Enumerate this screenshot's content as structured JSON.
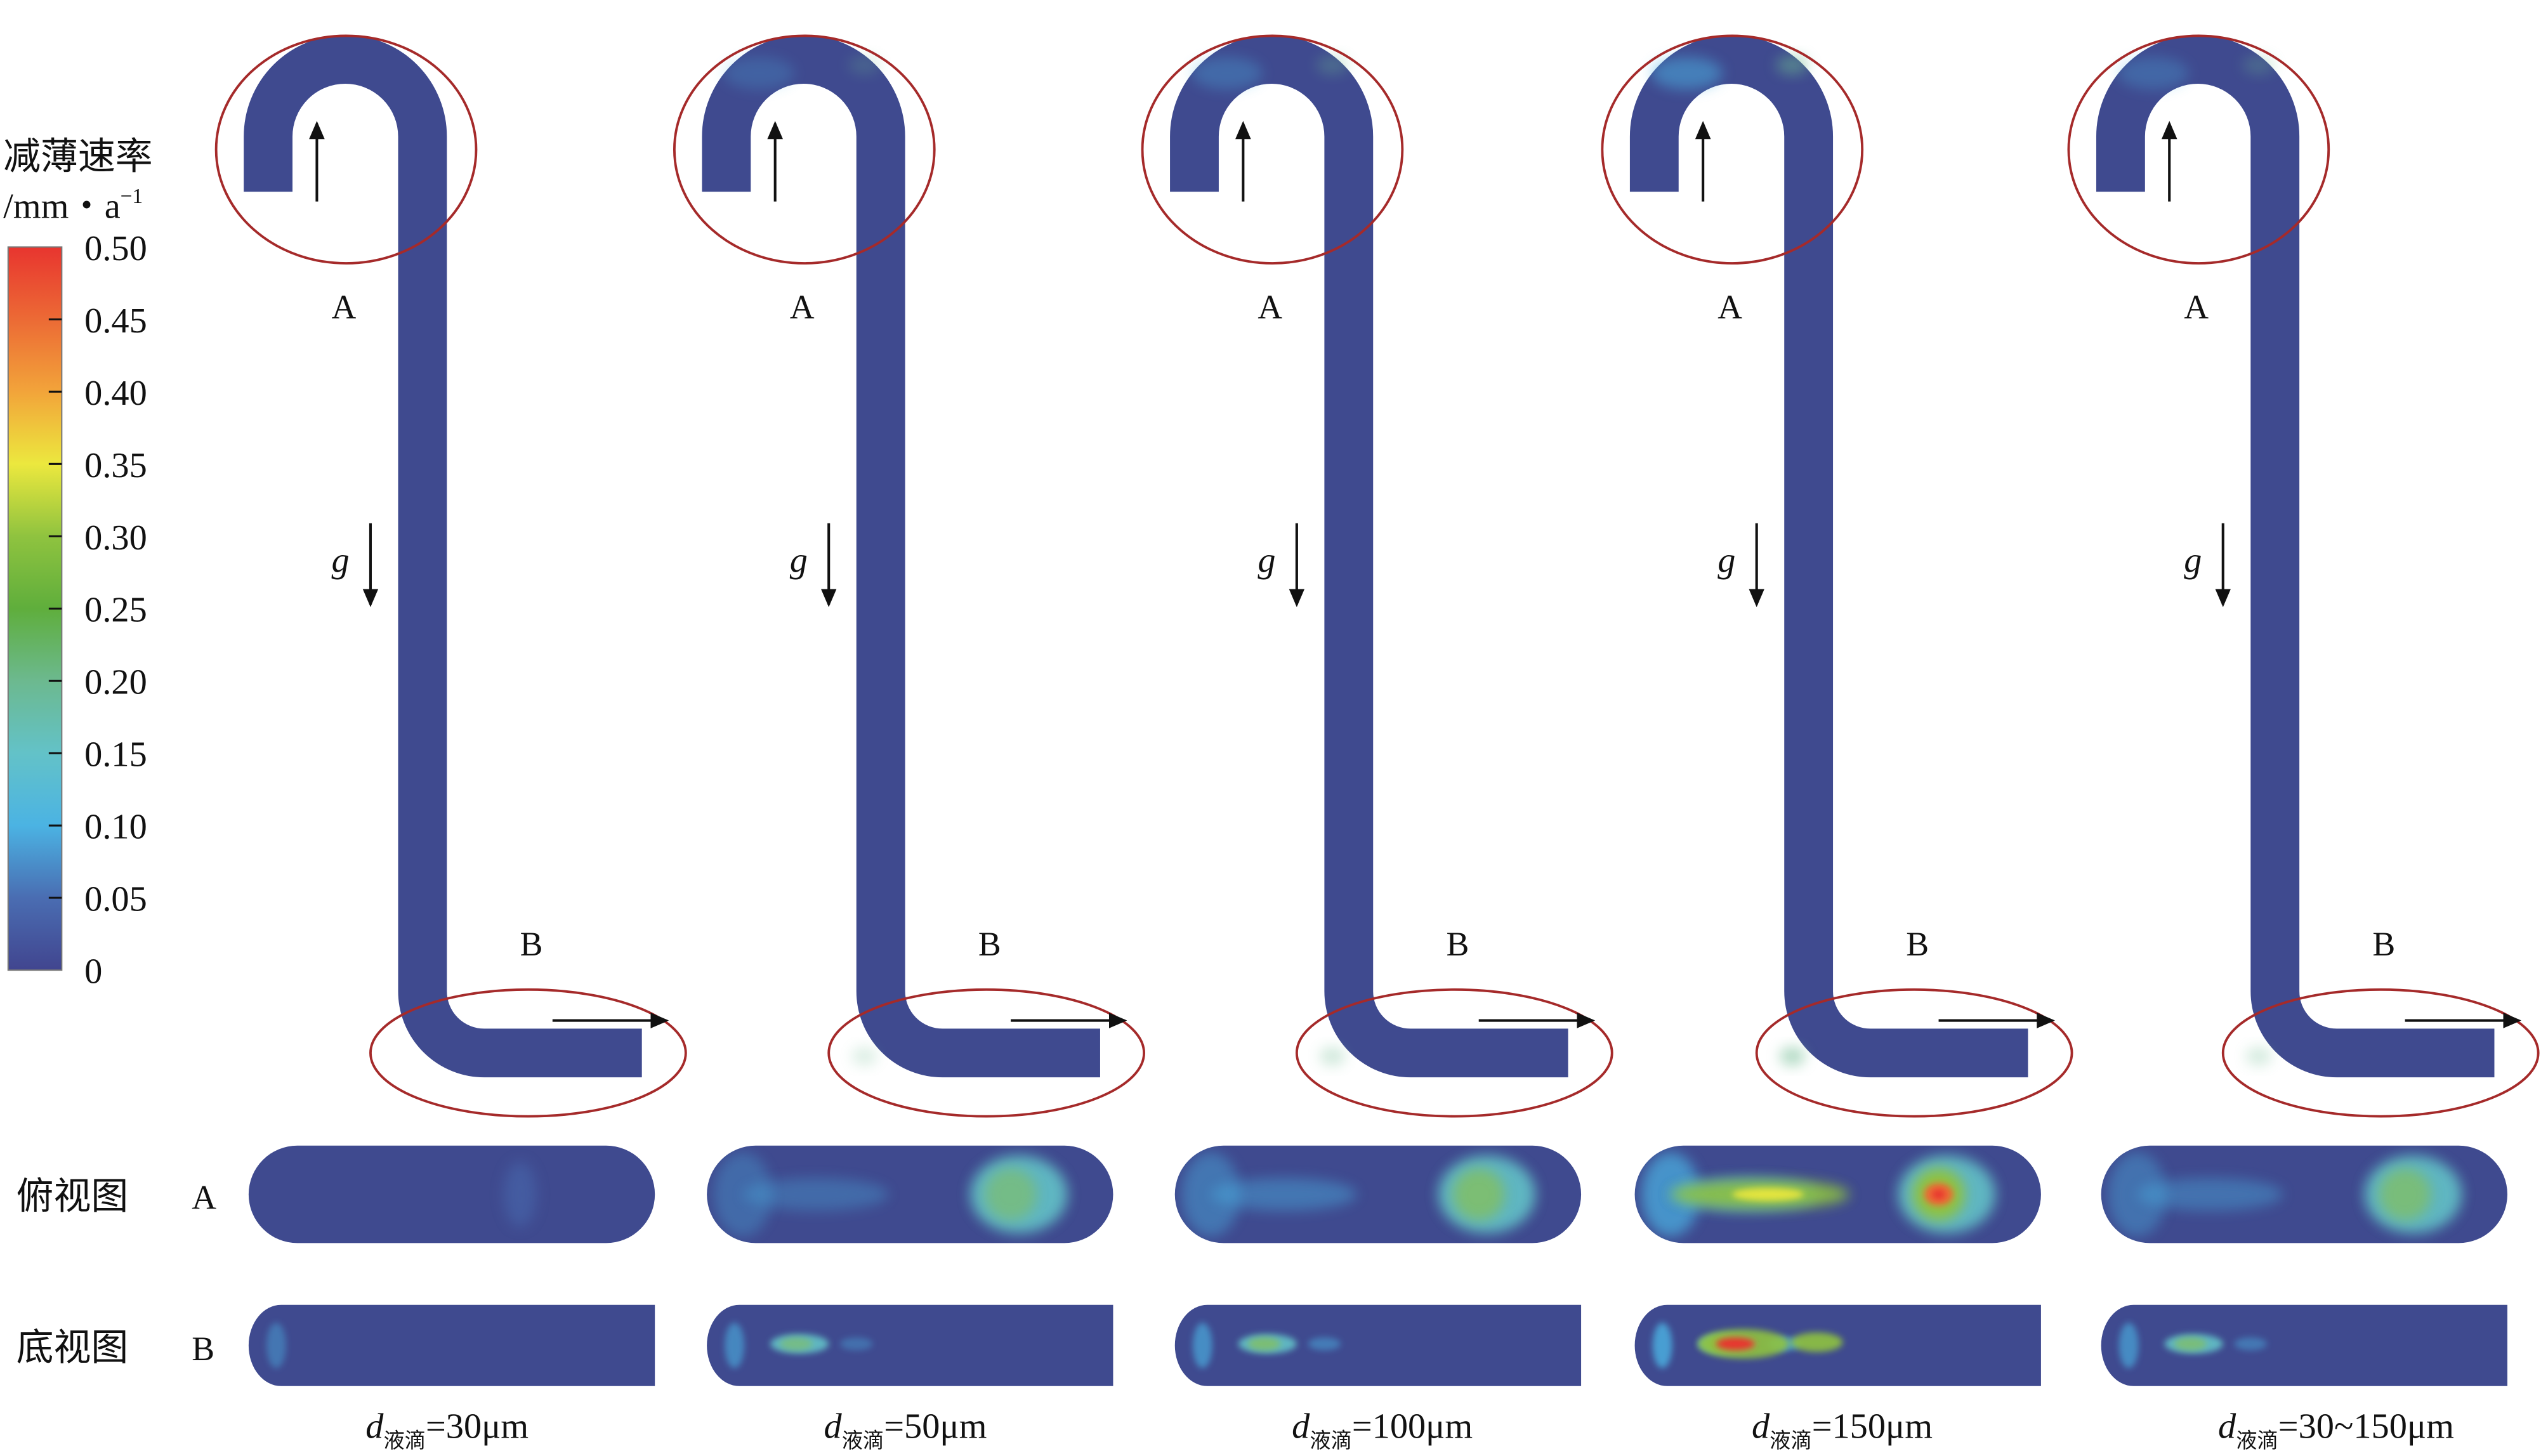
{
  "legend": {
    "title": "减薄速率",
    "unit": "/mm・a",
    "unit_exp": "−1",
    "ticks": [
      "0.50",
      "0.45",
      "0.40",
      "0.35",
      "0.30",
      "0.25",
      "0.20",
      "0.15",
      "0.10",
      "0.05",
      "0"
    ],
    "colors": [
      "#e8352f",
      "#ec6a35",
      "#f2a43a",
      "#ece83e",
      "#8fc33f",
      "#5fae3c",
      "#6cb98f",
      "#63c2c8",
      "#4bb3e3",
      "#4a6db2",
      "#41458f"
    ]
  },
  "labels": {
    "A": "A",
    "B": "B",
    "g": "g"
  },
  "views": {
    "top": "俯视图",
    "bottom": "底视图",
    "top_letter": "A",
    "bottom_letter": "B"
  },
  "pipe_color": "#3f4a8f",
  "circle_color": "#a52a2a",
  "cases": [
    {
      "d": "d",
      "sub": "液滴",
      "value": "=30μm",
      "intensity": 0.05
    },
    {
      "d": "d",
      "sub": "液滴",
      "value": "=50μm",
      "intensity": 0.45
    },
    {
      "d": "d",
      "sub": "液滴",
      "value": "=100μm",
      "intensity": 0.6
    },
    {
      "d": "d",
      "sub": "液滴",
      "value": "=150μm",
      "intensity": 1.0
    },
    {
      "d": "d",
      "sub": "液滴",
      "value": "=30~150μm",
      "intensity": 0.55
    }
  ]
}
